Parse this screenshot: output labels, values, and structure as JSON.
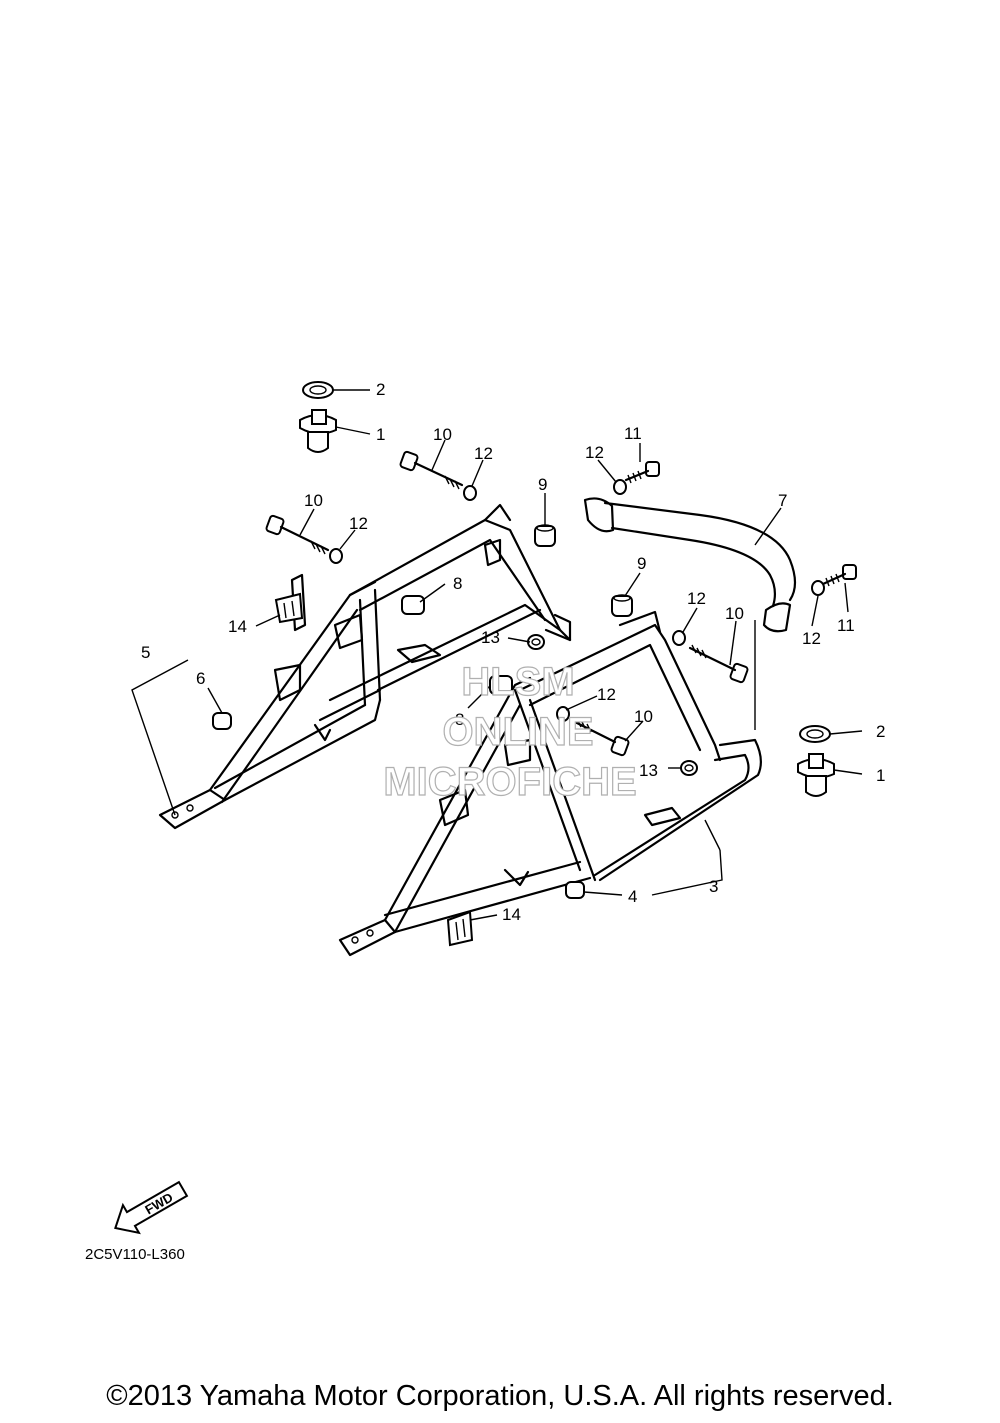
{
  "callouts": {
    "c1a": "1",
    "c2a": "2",
    "c10a": "10",
    "c12a": "12",
    "c12b": "12",
    "c11a": "11",
    "c9a": "9",
    "c7": "7",
    "c10b": "10",
    "c12c": "12",
    "c8a": "8",
    "c14a": "14",
    "c5": "5",
    "c6": "6",
    "c13a": "13",
    "c9b": "9",
    "c12d": "12",
    "c10c": "10",
    "c12e": "12",
    "c11b": "11",
    "c8b": "8",
    "c12f": "12",
    "c10d": "10",
    "c2b": "2",
    "c13b": "13",
    "c1b": "1",
    "c14b": "14",
    "c4": "4",
    "c3": "3"
  },
  "watermark": {
    "line1": "HLSM",
    "line2": "ONLINE",
    "line3": "MICROFICHE"
  },
  "direction_arrow": {
    "label": "FWD"
  },
  "diagram_code": "2C5V110-L360",
  "copyright": "©2013 Yamaha Motor Corporation, U.S.A. All rights reserved."
}
